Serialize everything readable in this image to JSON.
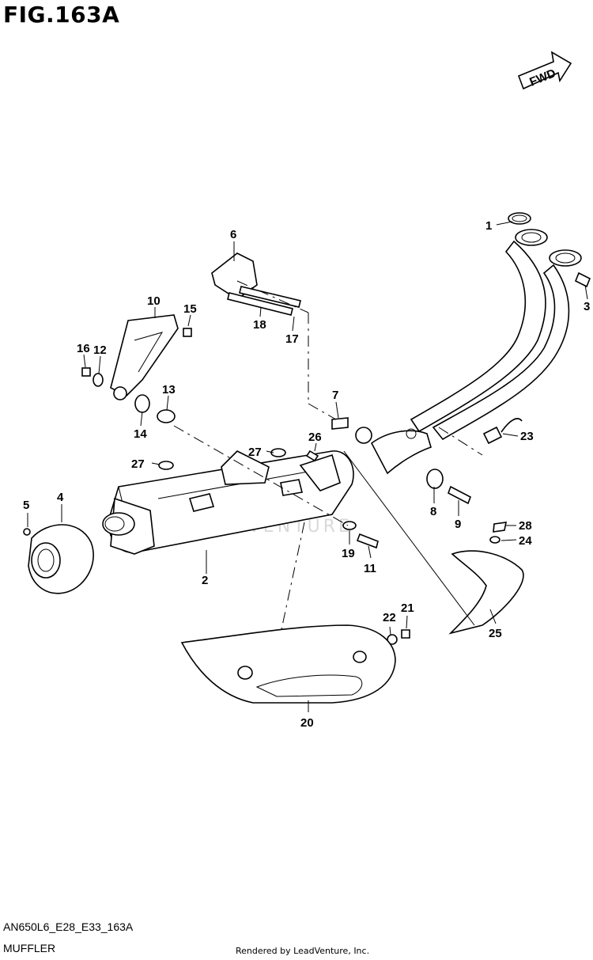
{
  "figure_title": "FIG.163A",
  "fwd_label": "FWD",
  "watermark": "LEADVENTURE",
  "figure_code": "AN650L6_E28_E33_163A",
  "figure_name": "MUFFLER",
  "credit": "Rendered by LeadVenture, Inc.",
  "callouts": [
    "1",
    "2",
    "3",
    "4",
    "5",
    "6",
    "7",
    "8",
    "9",
    "10",
    "11",
    "12",
    "13",
    "14",
    "15",
    "16",
    "17",
    "18",
    "19",
    "20",
    "21",
    "22",
    "23",
    "24",
    "25",
    "26",
    "27",
    "27",
    "28"
  ]
}
